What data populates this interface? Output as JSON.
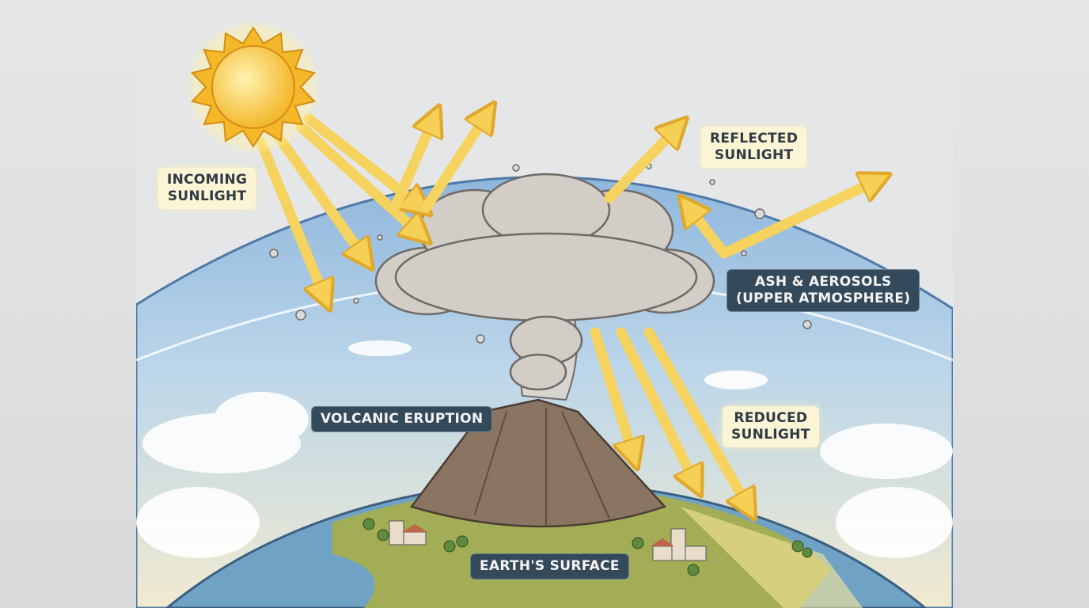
{
  "labels": {
    "incoming": [
      "INCOMING",
      "SUNLIGHT"
    ],
    "reflected": [
      "REFLECTED",
      "SUNLIGHT"
    ],
    "ash": [
      "ASH & AEROSOLS",
      "(UPPER ATMOSPHERE)"
    ],
    "eruption": "VOLCANIC ERUPTION",
    "reduced": [
      "REDUCED",
      "SUNLIGHT"
    ],
    "surface": "EARTH'S SURFACE"
  },
  "colors": {
    "sun": "#f7c234",
    "ray": "#f6d25e",
    "sky": "#a9cbe6",
    "ash_cloud": "#cfcac4",
    "volcano": "#8a7562",
    "land": "#a3ad55",
    "ocean": "#6fa2c4",
    "label_dark": "#34495a",
    "label_light": "#fbf5d6"
  }
}
